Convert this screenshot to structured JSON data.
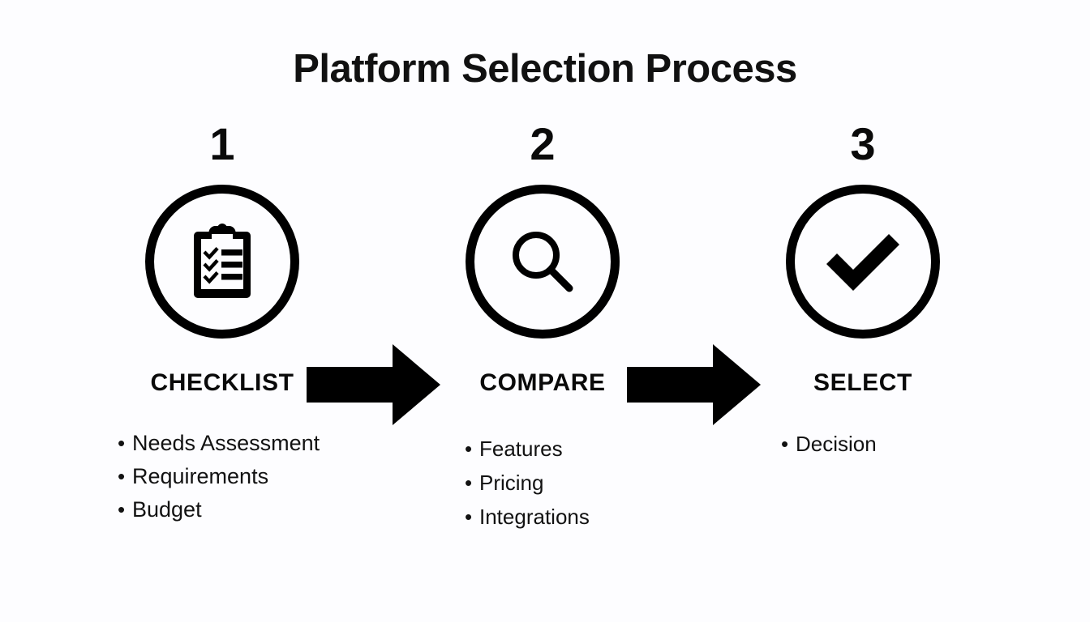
{
  "page": {
    "title": "Platform Selection Process",
    "background_color": "#fdfdff",
    "ink_color": "#000000"
  },
  "steps": [
    {
      "number": "1",
      "label": "CHECKLIST",
      "icon": "clipboard-checklist-icon",
      "items": [
        "Needs Assessment",
        "Requirements",
        "Budget"
      ]
    },
    {
      "number": "2",
      "label": "COMPARE",
      "icon": "magnifying-glass-icon",
      "items": [
        "Features",
        "Pricing",
        "Integrations"
      ]
    },
    {
      "number": "3",
      "label": "SELECT",
      "icon": "checkmark-icon",
      "items": [
        "Decision"
      ]
    }
  ],
  "connectors": [
    {
      "icon": "arrow-right-icon",
      "from": "CHECKLIST",
      "to": "COMPARE"
    },
    {
      "icon": "arrow-right-icon",
      "from": "COMPARE",
      "to": "SELECT"
    }
  ],
  "bullet_glyph": "•",
  "chart_data": {
    "type": "diagram",
    "title": "Platform Selection Process",
    "flow": "left-to-right",
    "nodes": [
      {
        "index": 1,
        "label": "CHECKLIST",
        "details": [
          "Needs Assessment",
          "Requirements",
          "Budget"
        ]
      },
      {
        "index": 2,
        "label": "COMPARE",
        "details": [
          "Features",
          "Pricing",
          "Integrations"
        ]
      },
      {
        "index": 3,
        "label": "SELECT",
        "details": [
          "Decision"
        ]
      }
    ],
    "edges": [
      {
        "from": 1,
        "to": 2
      },
      {
        "from": 2,
        "to": 3
      }
    ]
  }
}
